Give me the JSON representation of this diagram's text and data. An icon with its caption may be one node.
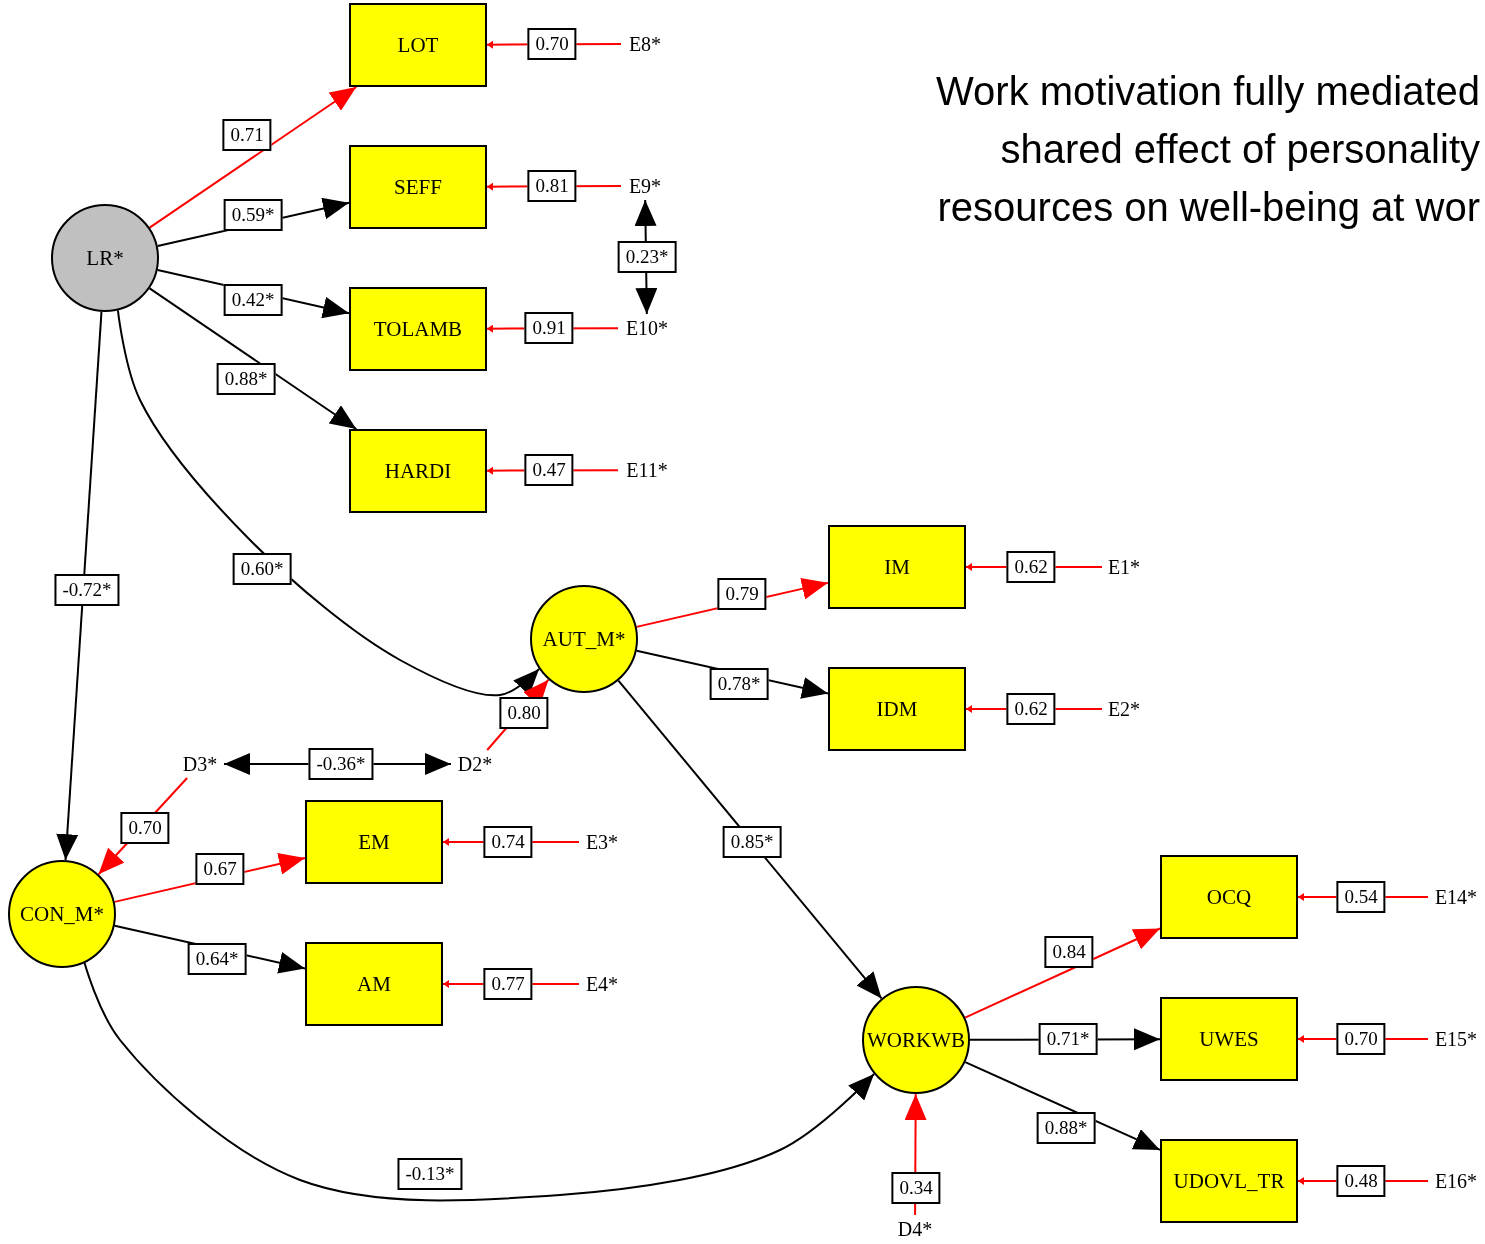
{
  "diagram": {
    "title": "Work motivation fully mediated shared effect of personality resources on well-being at wor",
    "nodes": [
      {
        "text": [
          "LR*"
        ]
      },
      {
        "text": [
          "LOT"
        ]
      },
      {
        "text": [
          "SEFF"
        ]
      },
      {
        "text": [
          "TOLAMB"
        ]
      },
      {
        "text": [
          "HARDI"
        ]
      },
      {
        "text": [
          "E8*"
        ]
      },
      {
        "text": [
          "E9*"
        ]
      },
      {
        "text": [
          "E10*"
        ]
      },
      {
        "text": [
          "E11*"
        ]
      },
      {
        "text": [
          "AUT_M*"
        ]
      },
      {
        "text": [
          "IM"
        ]
      },
      {
        "text": [
          "IDM"
        ]
      },
      {
        "text": [
          "E1*"
        ]
      },
      {
        "text": [
          "E2*"
        ]
      },
      {
        "text": [
          "D3*"
        ]
      },
      {
        "text": [
          "D2*"
        ]
      },
      {
        "text": [
          "CON_M*"
        ]
      },
      {
        "text": [
          "EM"
        ]
      },
      {
        "text": [
          "AM"
        ]
      },
      {
        "text": [
          "E3*"
        ]
      },
      {
        "text": [
          "E4*"
        ]
      },
      {
        "text": [
          "WORKWB"
        ]
      },
      {
        "text": [
          "OCQ"
        ]
      },
      {
        "text": [
          "UWES"
        ]
      },
      {
        "text": [
          "UDOVL_TR"
        ]
      },
      {
        "text": [
          "E14*"
        ]
      },
      {
        "text": [
          "E15*"
        ]
      },
      {
        "text": [
          "E16*"
        ]
      },
      {
        "text": [
          "D4*"
        ]
      }
    ],
    "edges": [
      {
        "from": 0,
        "to": 1,
        "arrow": "to",
        "label": "0.71"
      },
      {
        "from": 0,
        "to": 2,
        "arrow": "to",
        "label": "0.59*",
        "color": "#000000"
      },
      {
        "from": 0,
        "to": 3,
        "arrow": "to",
        "label": "0.42*",
        "color": "#000000"
      },
      {
        "from": 0,
        "to": 4,
        "arrow": "to",
        "label": "0.88*",
        "color": "#000000"
      },
      {
        "from": 5,
        "to": 1,
        "arrow": "to",
        "label": "0.70"
      },
      {
        "from": 6,
        "to": 2,
        "arrow": "to",
        "label": "0.81"
      },
      {
        "from": 7,
        "to": 3,
        "arrow": "to",
        "label": "0.91"
      },
      {
        "from": 8,
        "to": 4,
        "arrow": "to",
        "label": "0.47"
      },
      {
        "from": 6,
        "to": 7,
        "arrow": "both",
        "label": "0.23*",
        "color": "#000000"
      },
      {
        "from": 0,
        "to": 16,
        "arrow": "to",
        "label": "-0.72*",
        "color": "#000000"
      },
      {
        "from": 0,
        "to": 9,
        "arrow": "to",
        "label": "0.60*",
        "color": "#000000"
      },
      {
        "from": 15,
        "to": 9,
        "arrow": "to",
        "label": "0.80"
      },
      {
        "from": 9,
        "to": 10,
        "arrow": "to",
        "label": "0.79"
      },
      {
        "from": 9,
        "to": 11,
        "arrow": "to",
        "label": "0.78*",
        "color": "#000000"
      },
      {
        "from": 12,
        "to": 10,
        "arrow": "to",
        "label": "0.62"
      },
      {
        "from": 13,
        "to": 11,
        "arrow": "to",
        "label": "0.62"
      },
      {
        "from": 9,
        "to": 21,
        "arrow": "to",
        "label": "0.85*",
        "color": "#000000"
      },
      {
        "from": 14,
        "to": 15,
        "arrow": "both",
        "label": "-0.36*",
        "color": "#000000"
      },
      {
        "from": 14,
        "to": 16,
        "arrow": "to",
        "label": "0.70"
      },
      {
        "from": 16,
        "to": 17,
        "arrow": "to",
        "label": "0.67"
      },
      {
        "from": 16,
        "to": 18,
        "arrow": "to",
        "label": "0.64*",
        "color": "#000000"
      },
      {
        "from": 19,
        "to": 17,
        "arrow": "to",
        "label": "0.74"
      },
      {
        "from": 20,
        "to": 18,
        "arrow": "to",
        "label": "0.77"
      },
      {
        "from": 16,
        "to": 21,
        "arrow": "to",
        "label": "-0.13*",
        "color": "#000000"
      },
      {
        "from": 21,
        "to": 22,
        "arrow": "to",
        "label": "0.84"
      },
      {
        "from": 21,
        "to": 23,
        "arrow": "to",
        "label": "0.71*",
        "color": "#000000"
      },
      {
        "from": 21,
        "to": 24,
        "arrow": "to",
        "label": "0.88*",
        "color": "#000000"
      },
      {
        "from": 28,
        "to": 21,
        "arrow": "to",
        "label": "0.34"
      },
      {
        "from": 25,
        "to": 22,
        "arrow": "to",
        "label": "0.54"
      },
      {
        "from": 26,
        "to": 23,
        "arrow": "to",
        "label": "0.70"
      },
      {
        "from": 27,
        "to": 24,
        "arrow": "to",
        "label": "0.48"
      }
    ]
  }
}
